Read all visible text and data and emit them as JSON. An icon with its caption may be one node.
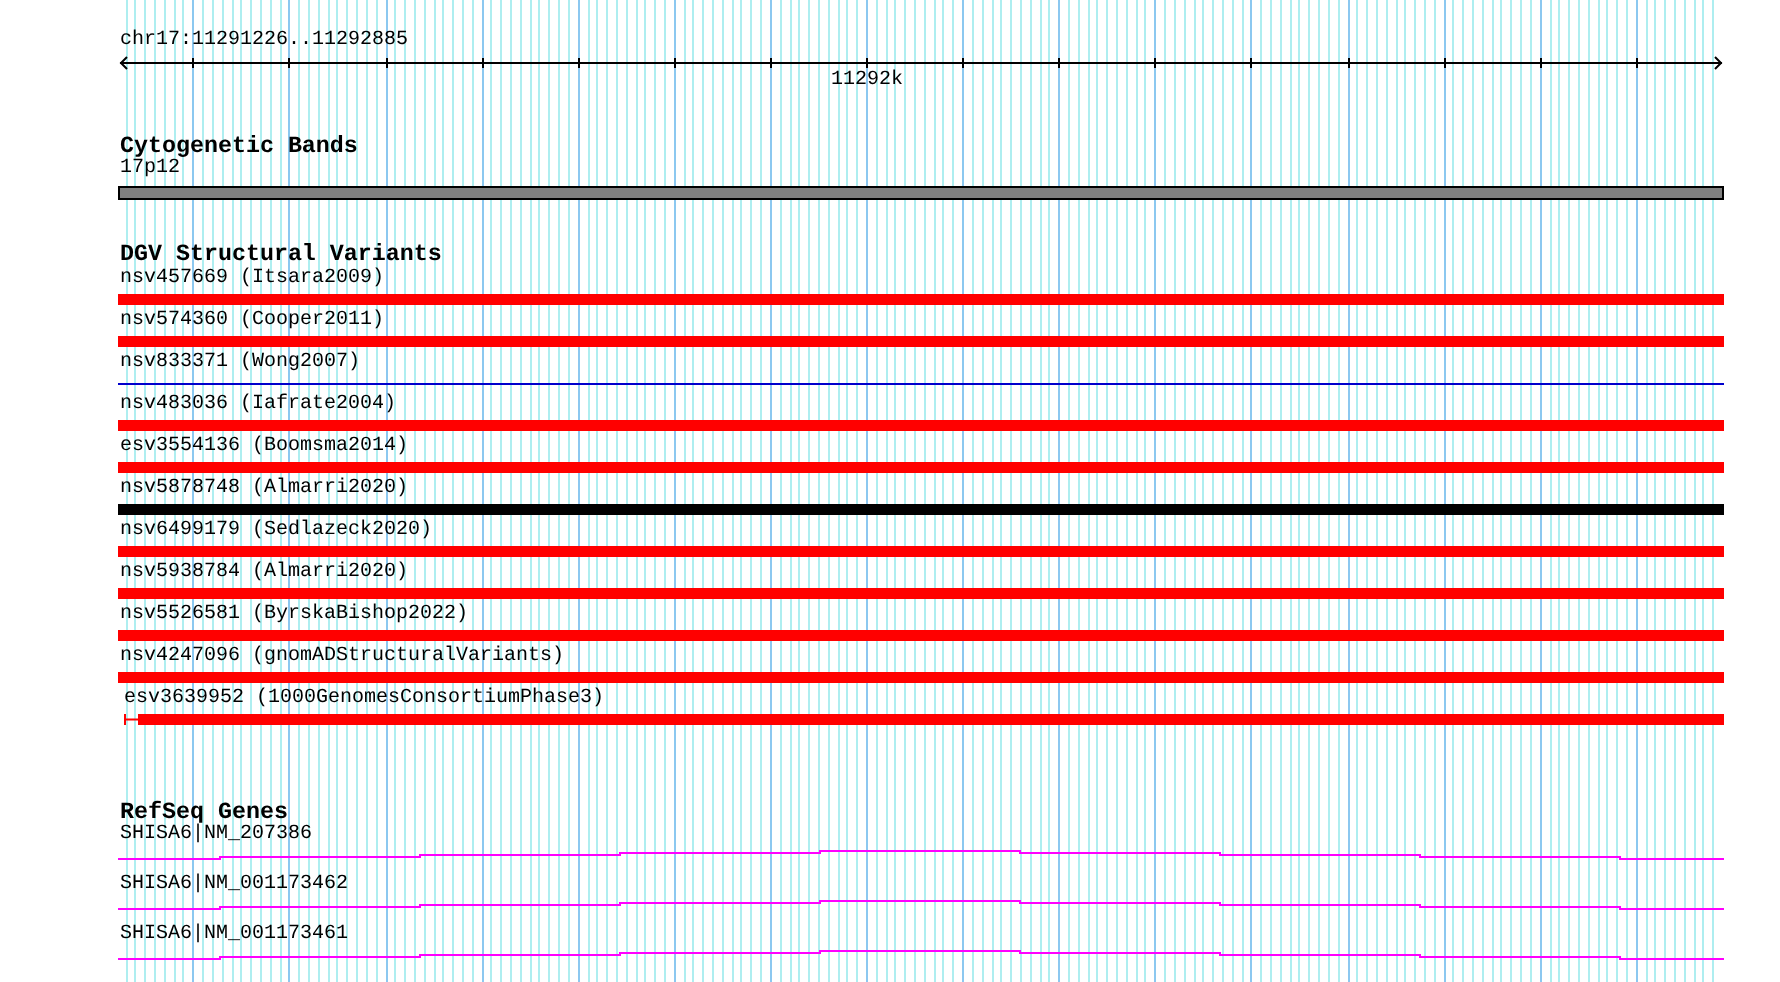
{
  "diagram": {
    "nodes": [
      {
        "text": [
          "17p12"
        ]
      },
      {
        "text": [
          "nsv457669 (Itsara2009)"
        ]
      },
      {
        "text": [
          "nsv574360 (Cooper2011)"
        ]
      },
      {
        "text": [
          "nsv833371 (Wong2007)"
        ]
      },
      {
        "text": [
          "nsv483036 (Iafrate2004)"
        ]
      },
      {
        "text": [
          "esv3554136 (Boomsma2014)"
        ]
      },
      {
        "text": [
          "nsv5878748 (Almarri2020)"
        ]
      },
      {
        "text": [
          "nsv6499179 (Sedlazeck2020)"
        ]
      },
      {
        "text": [
          "nsv5938784 (Almarri2020)"
        ]
      },
      {
        "text": [
          "nsv5526581 (ByrskaBishop2022)"
        ]
      },
      {
        "text": [
          "nsv4247096 (gnomADStructuralVariants)"
        ]
      },
      {
        "text": [
          "esv3639952 (1000GenomesConsortiumPhase3)"
        ]
      },
      {
        "text": [
          "SHISA6|NM_207386"
        ]
      },
      {
        "text": [
          "SHISA6|NM_001173462"
        ]
      },
      {
        "text": [
          "SHISA6|NM_001173461"
        ]
      }
    ],
    "labels": [
      "chr17:11291226..11292885",
      "11292k",
      "Cytogenetic Bands",
      "DGV Structural Variants",
      "RefSeq Genes"
    ]
  }
}
